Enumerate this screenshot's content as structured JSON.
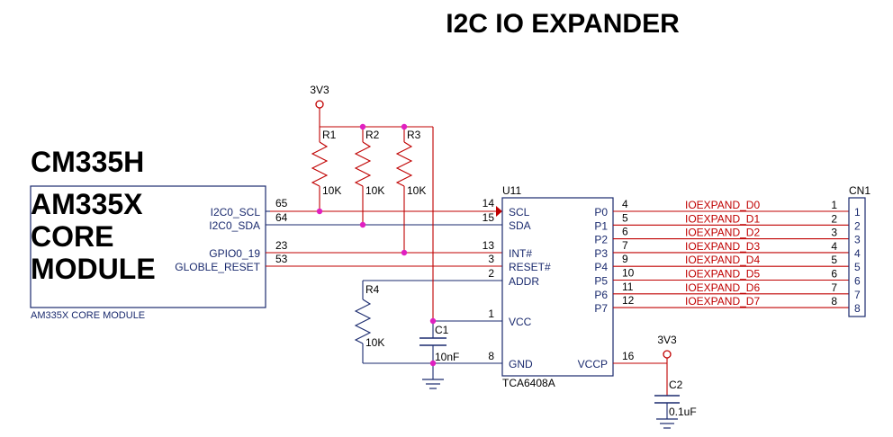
{
  "title": "I2C IO EXPANDER",
  "module": {
    "heading": "CM335H",
    "big_label": [
      "AM335X",
      "CORE",
      "MODULE"
    ],
    "caption": "AM335X CORE MODULE",
    "pins": [
      {
        "name": "I2C0_SCL",
        "num": "65"
      },
      {
        "name": "I2C0_SDA",
        "num": "64"
      },
      {
        "name": "GPIO0_19",
        "num": "23"
      },
      {
        "name": "GLOBLE_RESET",
        "num": "53"
      }
    ]
  },
  "power": {
    "top": "3V3",
    "right": "3V3"
  },
  "resistors": [
    {
      "ref": "R1",
      "value": "10K"
    },
    {
      "ref": "R2",
      "value": "10K"
    },
    {
      "ref": "R3",
      "value": "10K"
    },
    {
      "ref": "R4",
      "value": "10K"
    }
  ],
  "capacitors": [
    {
      "ref": "C1",
      "value": "10nF"
    },
    {
      "ref": "C2",
      "value": "0.1uF"
    }
  ],
  "ic": {
    "ref": "U11",
    "part": "TCA6408A",
    "left_pins": [
      {
        "name": "SCL",
        "num": "14"
      },
      {
        "name": "SDA",
        "num": "15"
      },
      {
        "name": "INT#",
        "num": "13"
      },
      {
        "name": "RESET#",
        "num": "3"
      },
      {
        "name": "ADDR",
        "num": "2"
      },
      {
        "name": "VCC",
        "num": "1"
      },
      {
        "name": "GND",
        "num": "8"
      }
    ],
    "right_pins": [
      {
        "name": "P0",
        "num": "4"
      },
      {
        "name": "P1",
        "num": "5"
      },
      {
        "name": "P2",
        "num": "6"
      },
      {
        "name": "P3",
        "num": "7"
      },
      {
        "name": "P4",
        "num": "9"
      },
      {
        "name": "P5",
        "num": "10"
      },
      {
        "name": "P6",
        "num": "11"
      },
      {
        "name": "P7",
        "num": "12"
      }
    ],
    "vccp": {
      "name": "VCCP",
      "num": "16"
    }
  },
  "nets": [
    "IOEXPAND_D0",
    "IOEXPAND_D1",
    "IOEXPAND_D2",
    "IOEXPAND_D3",
    "IOEXPAND_D4",
    "IOEXPAND_D5",
    "IOEXPAND_D6",
    "IOEXPAND_D7"
  ],
  "connector": {
    "ref": "CN1",
    "pins": [
      "1",
      "2",
      "3",
      "4",
      "5",
      "6",
      "7",
      "8"
    ],
    "wire_pins": [
      "1",
      "2",
      "3",
      "4",
      "5",
      "6",
      "7",
      "8"
    ]
  }
}
